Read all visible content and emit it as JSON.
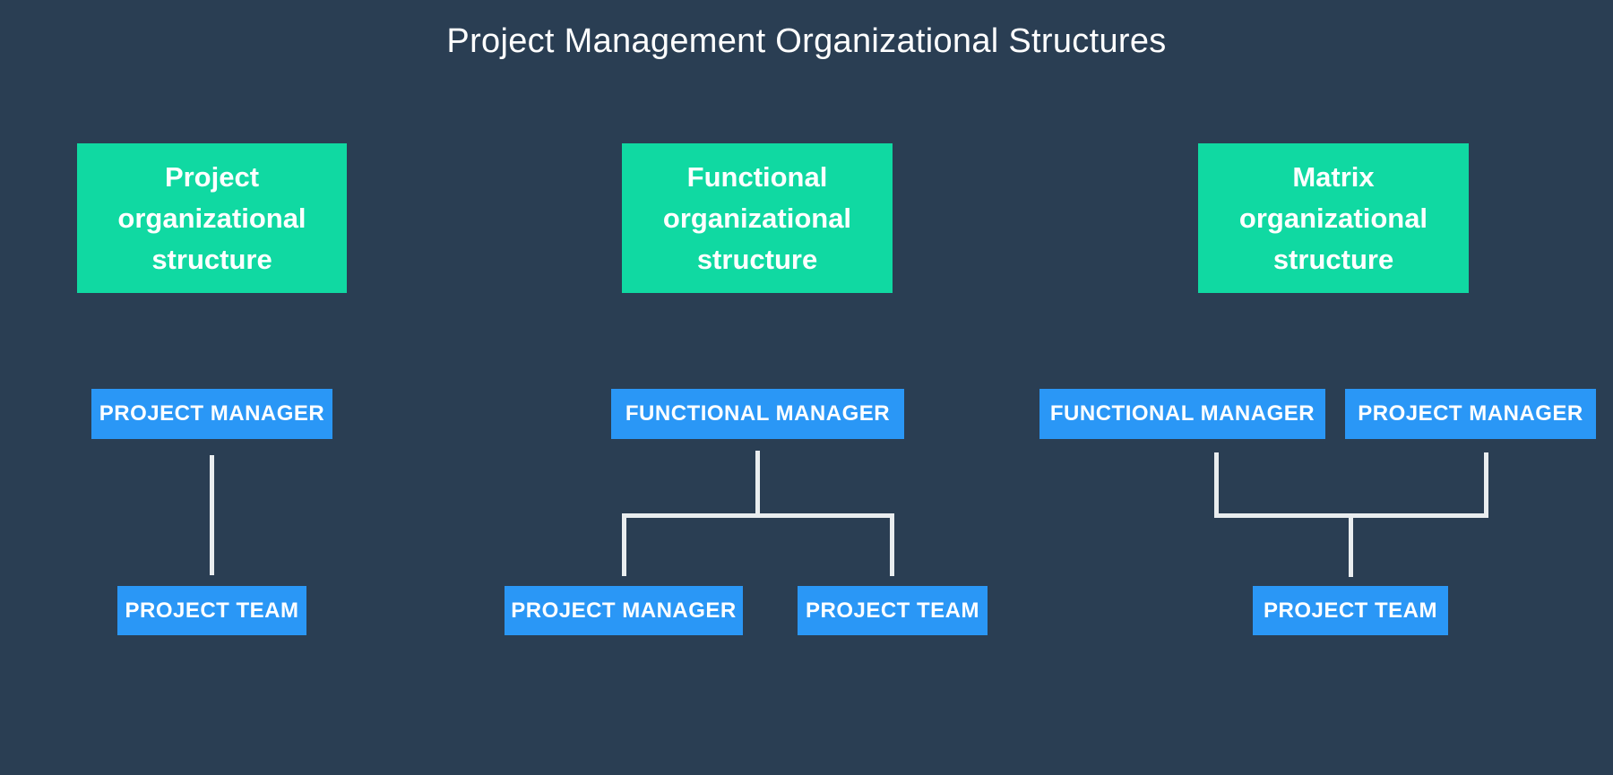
{
  "title": "Project Management Organizational Structures",
  "colors": {
    "background": "#2A3E53",
    "header_box": "#10D9A2",
    "node_box": "#2A97F6",
    "connector": "#E9EDEF",
    "text": "#FFFFFF"
  },
  "diagrams": [
    {
      "name": "project",
      "header": "Project organizational structure",
      "top_nodes": [
        "PROJECT MANAGER"
      ],
      "bottom_nodes": [
        "PROJECT TEAM"
      ]
    },
    {
      "name": "functional",
      "header": "Functional organizational structure",
      "top_nodes": [
        "FUNCTIONAL MANAGER"
      ],
      "bottom_nodes": [
        "PROJECT MANAGER",
        "PROJECT TEAM"
      ]
    },
    {
      "name": "matrix",
      "header": "Matrix organizational structure",
      "top_nodes": [
        "FUNCTIONAL MANAGER",
        "PROJECT MANAGER"
      ],
      "bottom_nodes": [
        "PROJECT TEAM"
      ]
    }
  ]
}
